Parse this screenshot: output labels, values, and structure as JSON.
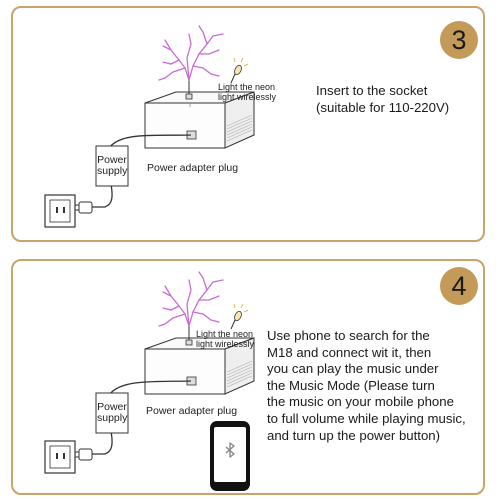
{
  "steps": [
    {
      "number": "3",
      "description_lines": [
        "Insert to the socket",
        "(suitable for 110-220V)"
      ],
      "neon_label_lines": [
        "Light the neon",
        "light wirelessly"
      ],
      "power_supply_lines": [
        "Power",
        "supply"
      ],
      "adapter_label": "Power adapter plug"
    },
    {
      "number": "4",
      "description_lines": [
        "Use phone to search for the",
        "M18 and connect wit it, then",
        "you can play the music under",
        "the Music Mode (Please turn",
        "the music on your mobile phone",
        "to full volume while playing music,",
        "and turn up the power button)"
      ],
      "neon_label_lines": [
        "Light the neon",
        "light wirelessly"
      ],
      "power_supply_lines": [
        "Power",
        "supply"
      ],
      "adapter_label": "Power adapter plug"
    }
  ],
  "colors": {
    "border": "#c9a36a",
    "badge": "#c49a58",
    "arc": "#c86bd6"
  },
  "icons": [
    "tesla-coil-icon",
    "neon-bulb-icon",
    "wall-socket-icon",
    "power-supply-icon",
    "smartphone-icon",
    "bluetooth-icon"
  ]
}
